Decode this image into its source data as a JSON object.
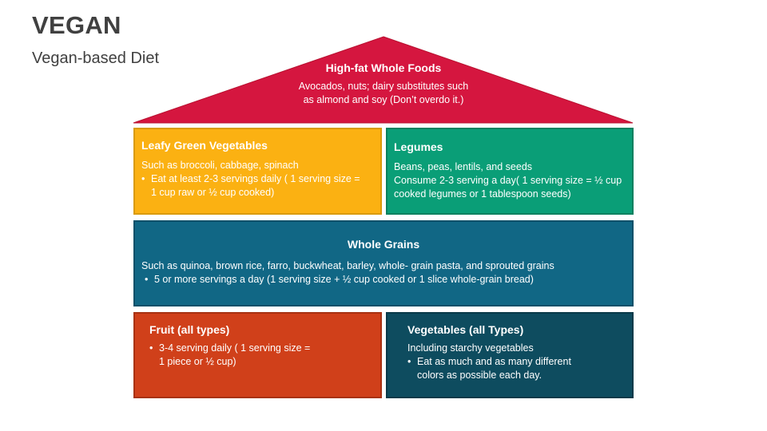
{
  "header": {
    "title": "VEGAN",
    "subtitle": "Vegan-based Diet"
  },
  "colors": {
    "roof": "#D5163F",
    "leafy": "#FBB112",
    "legumes": "#0A9E77",
    "grains": "#116785",
    "fruit": "#D0401A",
    "vegetables": "#0E4C5F",
    "title_text": "#404040"
  },
  "roof": {
    "title": "High-fat Whole Foods",
    "line1": "Avocados, nuts; dairy substitutes such",
    "line2": "as almond and soy (Don’t overdo it.)"
  },
  "leafy": {
    "title": "Leafy Green Vegetables",
    "text": "Such as broccoli, cabbage, spinach",
    "bullet_line1": "Eat at least 2-3 servings daily ( 1 serving size =",
    "bullet_line2": "1 cup raw or ½ cup cooked)"
  },
  "legumes": {
    "title": "Legumes",
    "line1": "Beans, peas, lentils, and seeds",
    "line2": "Consume 2-3 serving a day( 1 serving size = ½ cup",
    "line3": "cooked legumes or 1 tablespoon seeds)"
  },
  "grains": {
    "title": "Whole Grains",
    "text": "Such as quinoa, brown rice, farro, buckwheat, barley, whole- grain pasta, and sprouted grains",
    "bullet": "5 or more servings a day (1 serving size + ½ cup cooked or 1 slice whole-grain bread)"
  },
  "fruit": {
    "title": "Fruit (all types)",
    "bullet_line1": "3-4 serving daily ( 1 serving size =",
    "bullet_line2": "1 piece or ½ cup)"
  },
  "vegetables": {
    "title": "Vegetables (all Types)",
    "text": "Including starchy vegetables",
    "bullet_line1": "Eat as much and as many different",
    "bullet_line2": "colors as possible each day."
  }
}
